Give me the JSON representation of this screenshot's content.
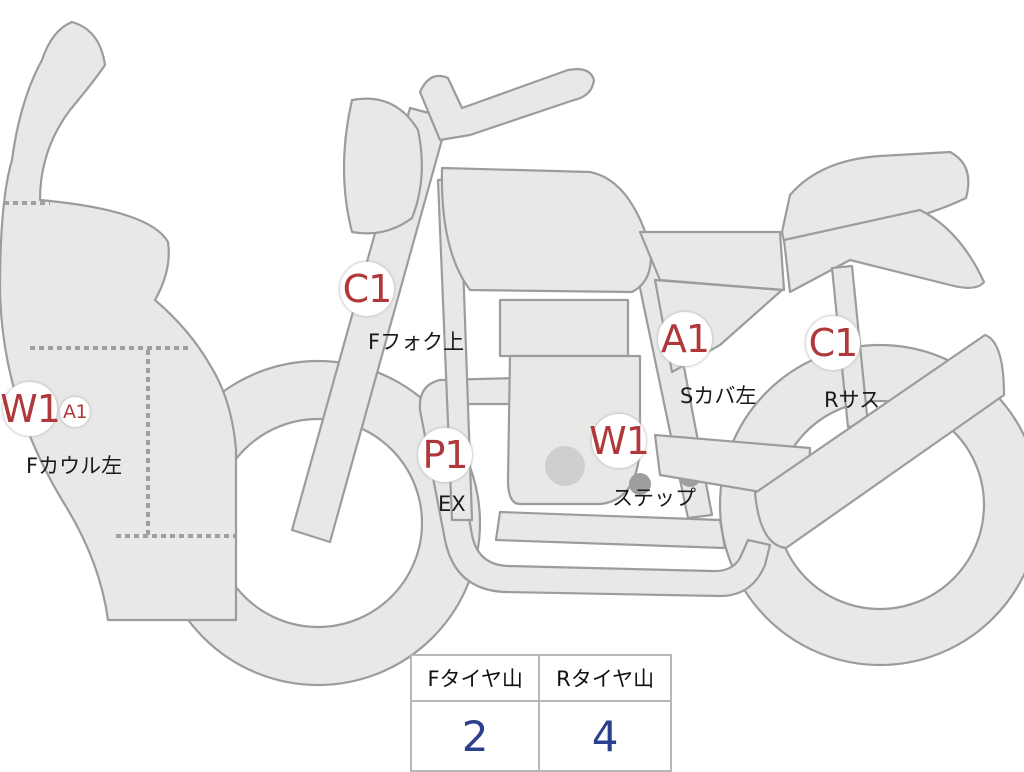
{
  "points": {
    "fork_c1": {
      "code": "C1",
      "label": "Fフォク上"
    },
    "cowl_w1": {
      "code": "W1"
    },
    "cowl_a1": {
      "code": "A1",
      "label": "Fカウル左"
    },
    "ex_p1": {
      "code": "P1",
      "label": "EX"
    },
    "step_w1": {
      "code": "W1",
      "label": "ステップ"
    },
    "scover_a1": {
      "code": "A1",
      "label": "Sカバ左"
    },
    "rsus_c1": {
      "code": "C1",
      "label": "Rサス"
    }
  },
  "tread": {
    "headers": [
      "Fタイヤ山",
      "Rタイヤ山"
    ],
    "values": [
      "2",
      "4"
    ]
  },
  "colors": {
    "part_fill": "#e8e8e6",
    "part_outline": "#9c9c9c",
    "badge_text": "#b0383b",
    "tread_value": "#2c3f8c"
  }
}
